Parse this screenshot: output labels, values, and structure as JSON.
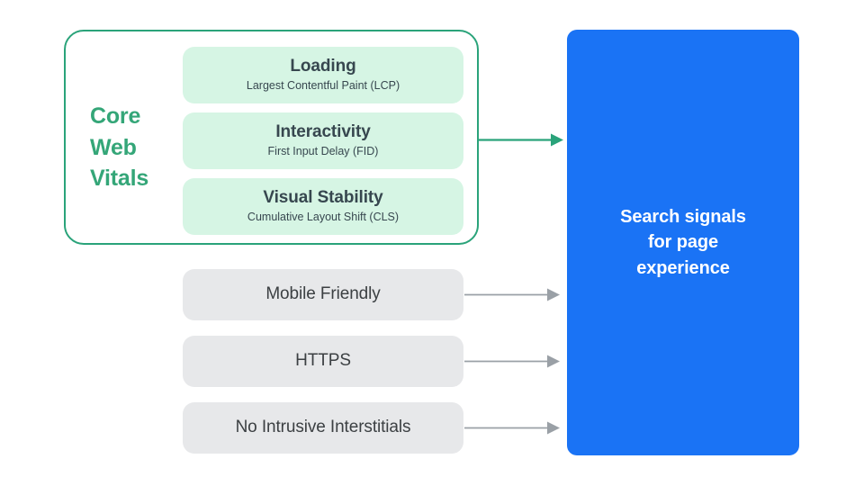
{
  "diagram": {
    "title_hidden": "",
    "colors": {
      "green_accent": "#34a678",
      "green_border": "#2aa37a",
      "mint_pill": "#d6f5e4",
      "gray_pill": "#e7e8ea",
      "gray_arrow": "#9aa0a6",
      "blue_panel": "#1a73f5",
      "dark_text": "#37474f",
      "gray_text": "#3c4043",
      "white_text": "#ffffff",
      "background": "#ffffff"
    },
    "core_web_vitals": {
      "group_label": "Core\nWeb\nVitals",
      "metrics": [
        {
          "title": "Loading",
          "subtitle": "Largest Contentful Paint (LCP)"
        },
        {
          "title": "Interactivity",
          "subtitle": "First Input Delay (FID)"
        },
        {
          "title": "Visual Stability",
          "subtitle": "Cumulative Layout Shift (CLS)"
        }
      ]
    },
    "other_signals": [
      {
        "title": "Mobile Friendly"
      },
      {
        "title": "HTTPS"
      },
      {
        "title": "No Intrusive Interstitials"
      }
    ],
    "outcome_panel": {
      "text": "Search signals\nfor page\nexperience"
    },
    "connectors": [
      {
        "name": "core-web-vitals-arrow",
        "color": "#2aa37a"
      },
      {
        "name": "mobile-friendly-arrow",
        "color": "#9aa0a6"
      },
      {
        "name": "https-arrow",
        "color": "#9aa0a6"
      },
      {
        "name": "no-intrusive-interstitials-arrow",
        "color": "#9aa0a6"
      }
    ]
  }
}
